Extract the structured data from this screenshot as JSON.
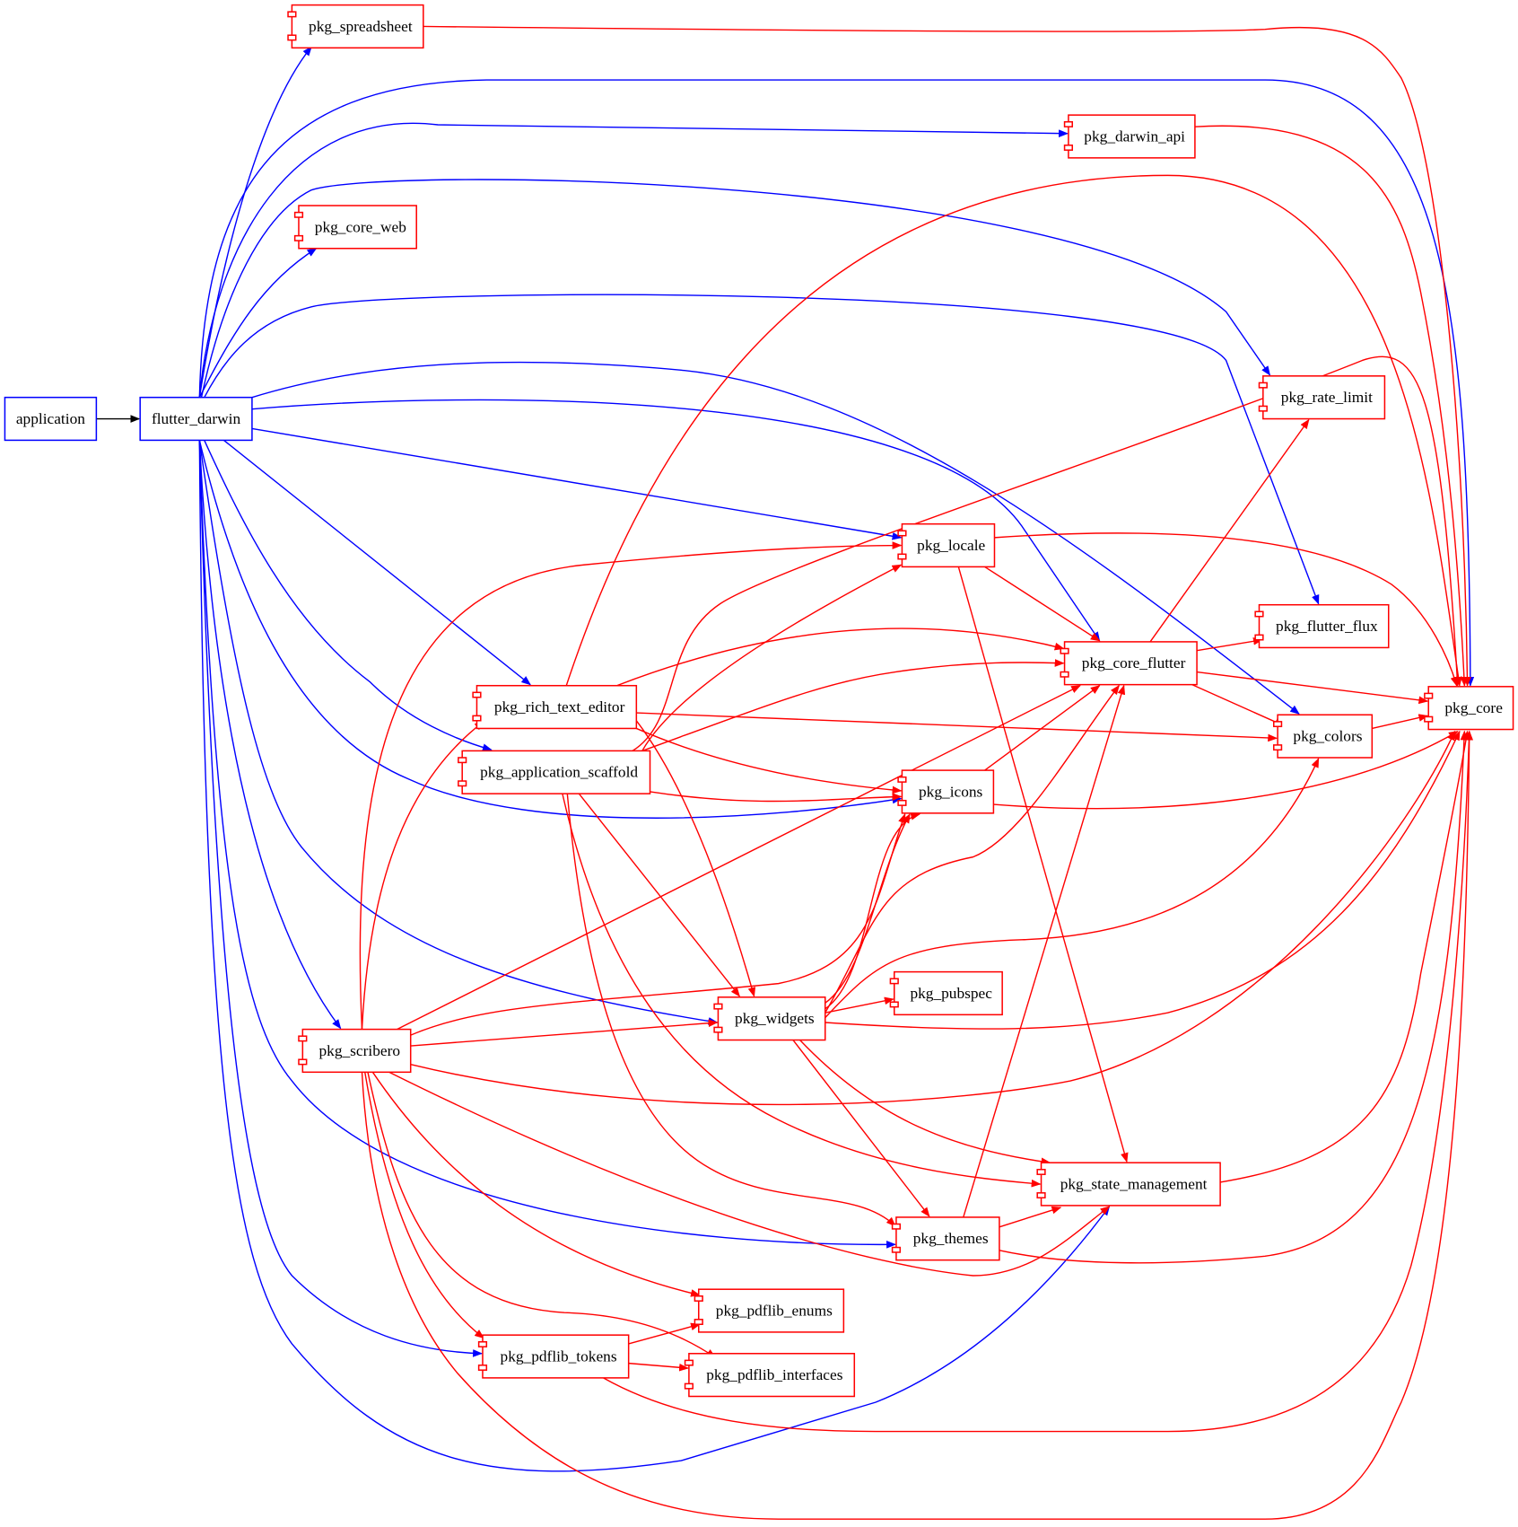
{
  "colors": {
    "package": "#ff0000",
    "app": "#0000ff",
    "entry_edge": "#000000"
  },
  "nodes": {
    "application": "application",
    "flutter_darwin": "flutter_darwin",
    "pkg_spreadsheet": "pkg_spreadsheet",
    "pkg_darwin_api": "pkg_darwin_api",
    "pkg_core_web": "pkg_core_web",
    "pkg_rate_limit": "pkg_rate_limit",
    "pkg_locale": "pkg_locale",
    "pkg_flutter_flux": "pkg_flutter_flux",
    "pkg_core_flutter": "pkg_core_flutter",
    "pkg_core": "pkg_core",
    "pkg_rich_text_editor": "pkg_rich_text_editor",
    "pkg_application_scaffold": "pkg_application_scaffold",
    "pkg_colors": "pkg_colors",
    "pkg_icons": "pkg_icons",
    "pkg_pubspec": "pkg_pubspec",
    "pkg_widgets": "pkg_widgets",
    "pkg_scribero": "pkg_scribero",
    "pkg_state_management": "pkg_state_management",
    "pkg_themes": "pkg_themes",
    "pkg_pdflib_enums": "pkg_pdflib_enums",
    "pkg_pdflib_tokens": "pkg_pdflib_tokens",
    "pkg_pdflib_interfaces": "pkg_pdflib_interfaces"
  }
}
